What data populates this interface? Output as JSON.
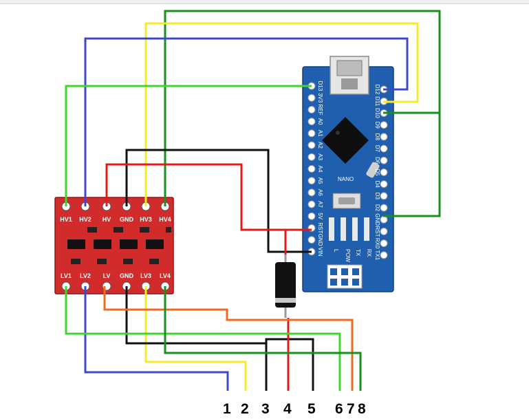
{
  "level_shifter": {
    "hv_labels": [
      "HV1",
      "HV2",
      "HV",
      "GND",
      "HV3",
      "HV4"
    ],
    "lv_labels": [
      "LV1",
      "LV2",
      "LV",
      "GND",
      "LV3",
      "LV4"
    ]
  },
  "nano": {
    "name": "NANO",
    "left_pins": [
      "D13",
      "3V3",
      "REF",
      "A0",
      "A1",
      "A2",
      "A3",
      "A4",
      "A5",
      "A6",
      "A7",
      "5V",
      "RST",
      "GND",
      "VIN"
    ],
    "right_pins": [
      "D12",
      "D11",
      "D10",
      "D9",
      "D8",
      "D7",
      "D6",
      "D5",
      "D4",
      "D3",
      "D2",
      "GND",
      "RST",
      "RX0",
      "TX1"
    ],
    "led_labels": [
      "POW",
      "L",
      "TX",
      "RX"
    ]
  },
  "connector_pins": [
    "1",
    "2",
    "3",
    "4",
    "5",
    "6",
    "7",
    "8"
  ],
  "colors": {
    "blue": "#3f48cc",
    "yellow": "#f4ec28",
    "green_dark": "#17911e",
    "green_light": "#3fd42e",
    "black": "#111111",
    "red": "#e01b1b",
    "orange": "#f26a22",
    "board_red": "#d22b2b",
    "board_blue": "#1f5fae"
  }
}
